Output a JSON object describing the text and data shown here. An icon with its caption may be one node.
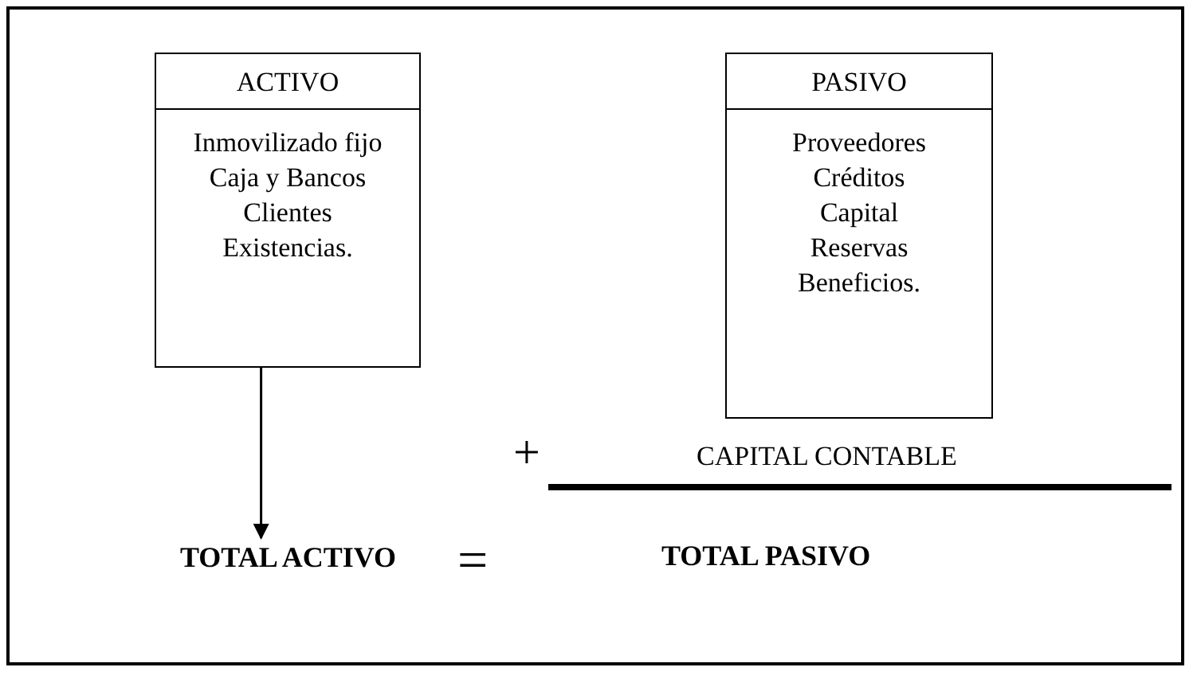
{
  "diagram": {
    "nodes": [
      {
        "text": [
          "ACTIVO",
          "Inmovilizado fijo",
          "Caja y Bancos",
          "Clientes",
          "Existencias."
        ]
      },
      {
        "text": [
          "PASIVO",
          "Proveedores",
          "Créditos",
          "Capital",
          "Reservas",
          "Beneficios."
        ]
      },
      {
        "text": [
          "TOTAL ACTIVO"
        ]
      }
    ],
    "edges": [
      {
        "from": 0,
        "to": 2,
        "arrow": "to"
      }
    ],
    "labels": [
      "+",
      "CAPITAL CONTABLE",
      "=",
      "TOTAL PASIVO"
    ]
  }
}
